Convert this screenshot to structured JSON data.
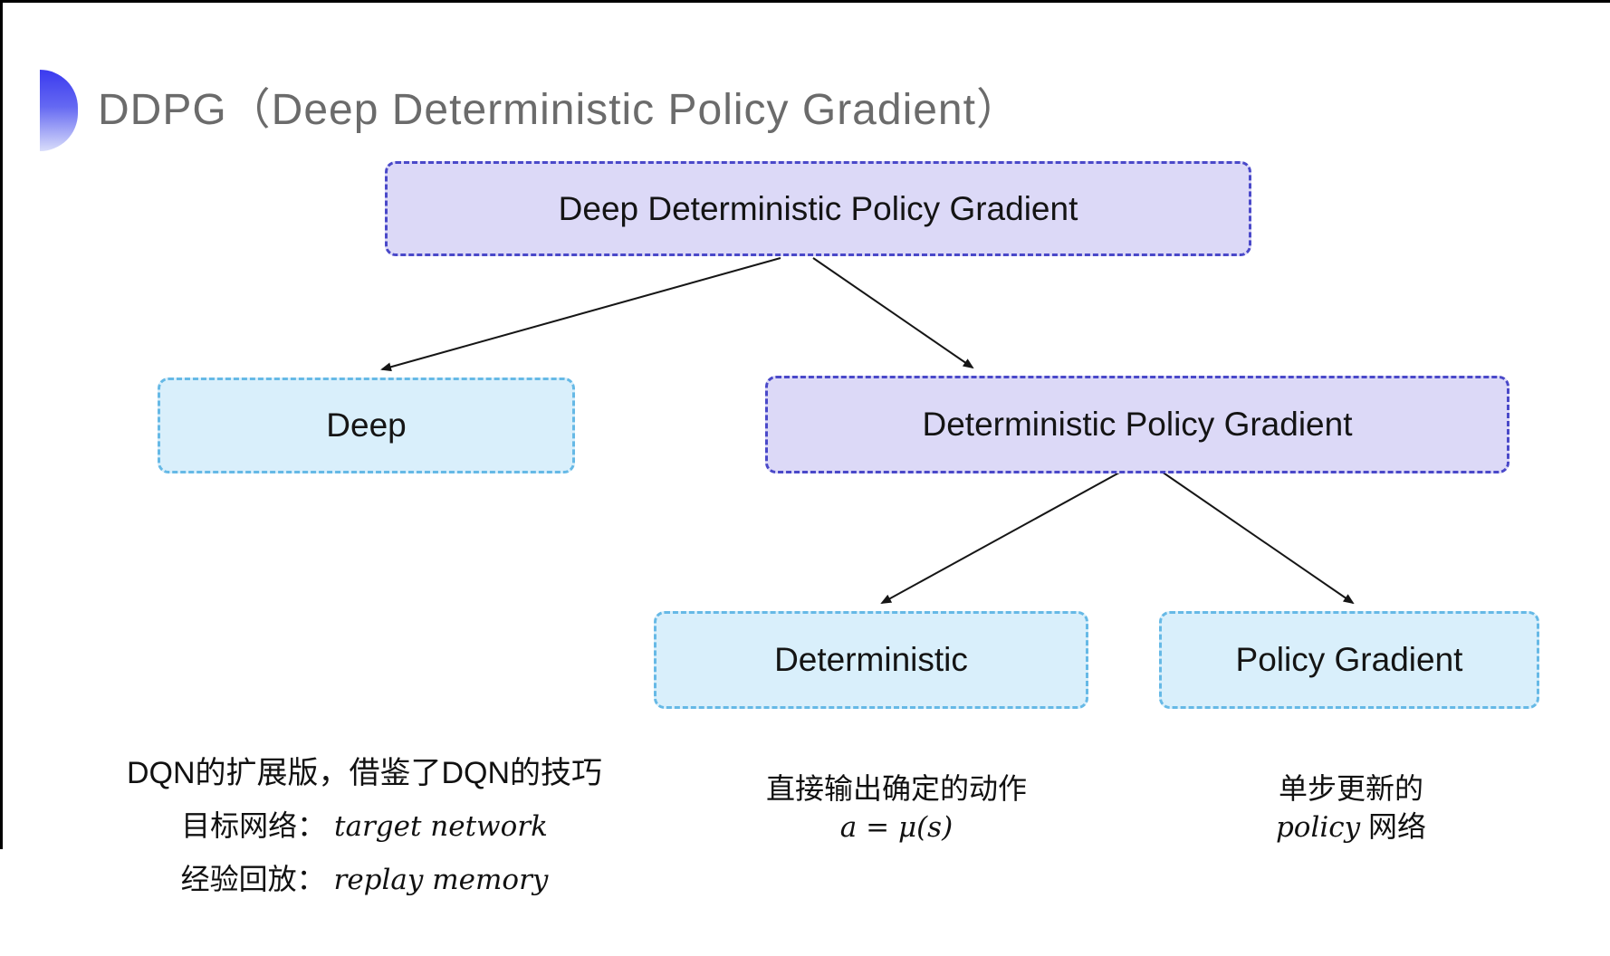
{
  "title": {
    "text": "DDPG（Deep Deterministic Policy Gradient）"
  },
  "diagram": {
    "nodes": {
      "root": {
        "label": "Deep Deterministic Policy Gradient",
        "variant": "purple"
      },
      "deep": {
        "label": "Deep",
        "variant": "cyan"
      },
      "dpg": {
        "label": "Deterministic Policy Gradient",
        "variant": "purple"
      },
      "deterministic": {
        "label": "Deterministic",
        "variant": "cyan"
      },
      "policy_gradient": {
        "label": "Policy Gradient",
        "variant": "cyan"
      }
    },
    "edges": [
      {
        "from": "root",
        "to": "deep"
      },
      {
        "from": "root",
        "to": "dpg"
      },
      {
        "from": "dpg",
        "to": "deterministic"
      },
      {
        "from": "dpg",
        "to": "policy_gradient"
      }
    ]
  },
  "annotations": {
    "deep": {
      "line1": "DQN的扩展版，借鉴了DQN的技巧",
      "line2_zh": "目标网络：",
      "line2_en": "target network",
      "line3_zh": "经验回放：",
      "line3_en": "replay memory"
    },
    "deterministic": {
      "line1": "直接输出确定的动作",
      "formula": "a = μ(s)"
    },
    "policy_gradient": {
      "line1": "单步更新的",
      "line2_en": "policy",
      "line2_zh": " 网络"
    }
  },
  "colors": {
    "purple_fill": "#dcd9f7",
    "purple_border": "#4a49c9",
    "cyan_fill": "#d9effb",
    "cyan_border": "#66b9e6",
    "arrow": "#161616",
    "title_text": "#6b6b6b",
    "bullet_gradient_top": "#3a3aef",
    "bullet_gradient_bottom": "#d9ddfa"
  }
}
